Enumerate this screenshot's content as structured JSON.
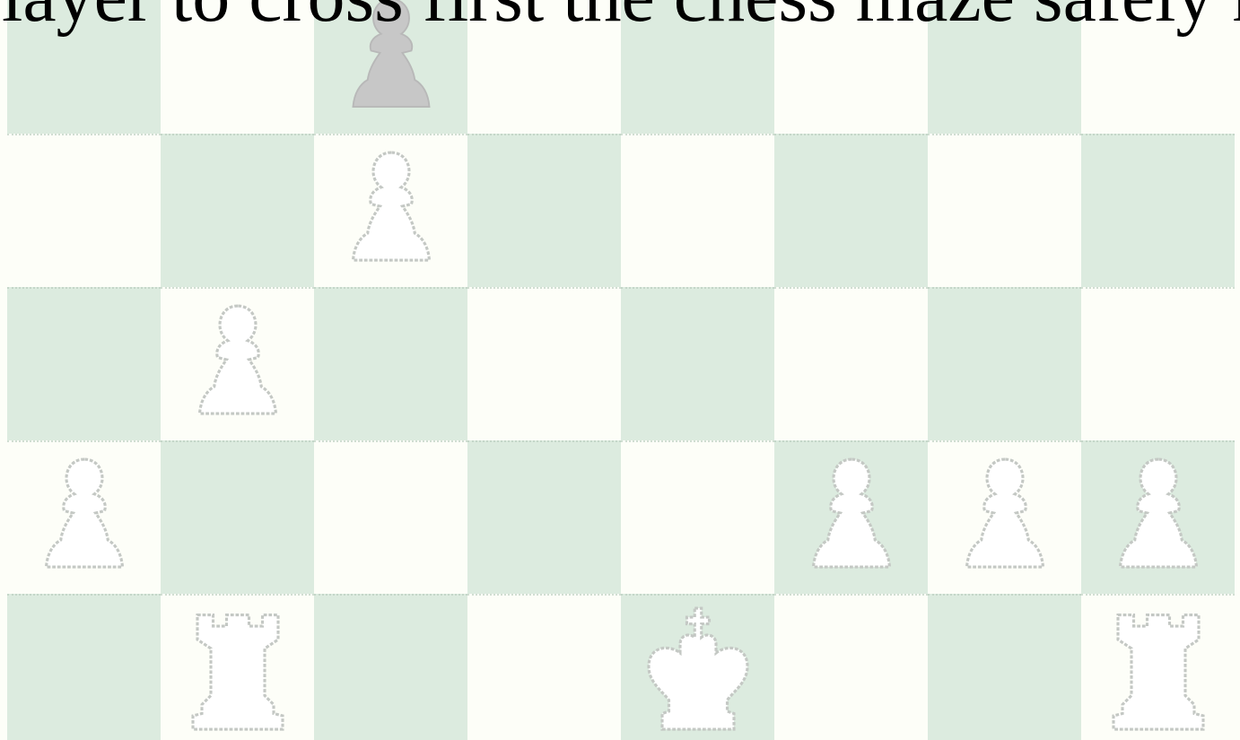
{
  "caption": "player to cross first the chess maze safely more times.",
  "board": {
    "light_color": "#fdfef8",
    "dark_color": "#dcebdf",
    "visible_rows": 5,
    "visible_cols": 8,
    "first_square_dark": true
  },
  "pieces": [
    {
      "type": "pawn",
      "color": "black",
      "row": 0,
      "col": 2,
      "name": "black-pawn-icon"
    },
    {
      "type": "pawn",
      "color": "white",
      "row": 1,
      "col": 2,
      "name": "white-pawn-icon"
    },
    {
      "type": "pawn",
      "color": "white",
      "row": 2,
      "col": 1,
      "name": "white-pawn-icon"
    },
    {
      "type": "pawn",
      "color": "white",
      "row": 3,
      "col": 0,
      "name": "white-pawn-icon"
    },
    {
      "type": "pawn",
      "color": "white",
      "row": 3,
      "col": 5,
      "name": "white-pawn-icon"
    },
    {
      "type": "pawn",
      "color": "white",
      "row": 3,
      "col": 6,
      "name": "white-pawn-icon"
    },
    {
      "type": "pawn",
      "color": "white",
      "row": 3,
      "col": 7,
      "name": "white-pawn-icon"
    },
    {
      "type": "rook",
      "color": "white",
      "row": 4,
      "col": 1,
      "name": "white-rook-icon"
    },
    {
      "type": "king",
      "color": "white",
      "row": 4,
      "col": 4,
      "name": "white-king-icon"
    },
    {
      "type": "rook",
      "color": "white",
      "row": 4,
      "col": 7,
      "name": "white-rook-icon"
    }
  ]
}
